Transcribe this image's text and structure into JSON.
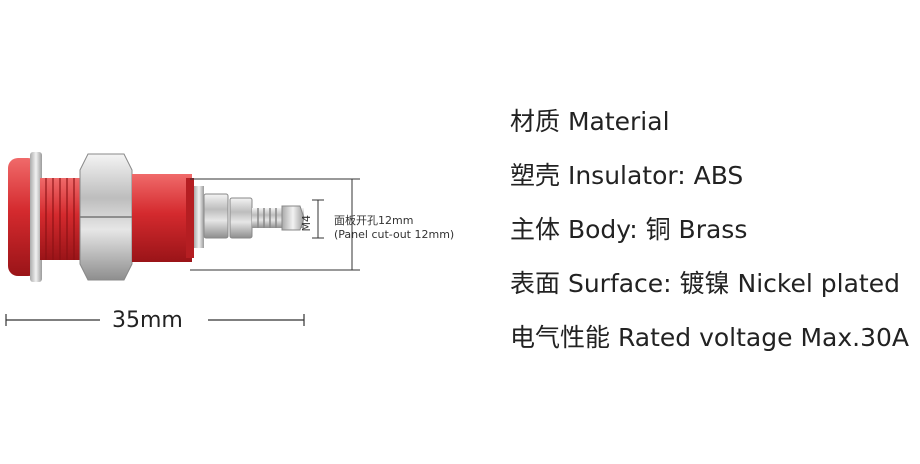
{
  "specs": [
    "材质 Material",
    "塑壳 Insulator: ABS",
    "主体 Body: 铜 Brass",
    "表面 Surface: 镀镍 Nickel plated",
    "电气性能 Rated voltage Max.30A"
  ],
  "dimensions": {
    "thread": "M4",
    "panel_cutout_cn": "面板开孔12mm",
    "panel_cutout_en": "(Panel cut-out 12mm)",
    "length": "35mm"
  },
  "colors": {
    "insulator": "#d42a2e",
    "metal": "#c8c8c8"
  }
}
